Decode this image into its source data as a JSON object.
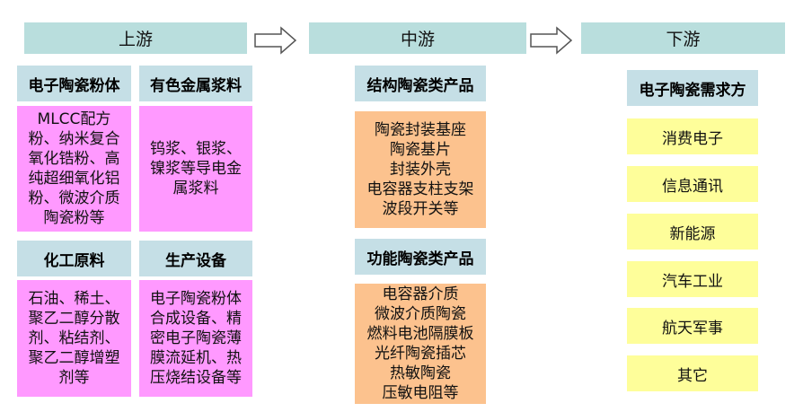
{
  "colors": {
    "stage_bg": "#b9dedd",
    "category_bg": "#c5dfe6",
    "upstream_box": "#ff99ff",
    "midstream_box": "#fcc28e",
    "downstream_box": "#fefe9a",
    "arrow_stroke": "#555555"
  },
  "stages": {
    "upstream": "上游",
    "midstream": "中游",
    "downstream": "下游"
  },
  "upstream": {
    "cat1": {
      "title": "电子陶瓷粉体",
      "lines": [
        "MLCC配方",
        "粉、纳米复合",
        "氧化锆粉、高",
        "纯超细氧化铝",
        "粉、微波介质",
        "陶瓷粉等"
      ]
    },
    "cat2": {
      "title": "有色金属浆料",
      "lines": [
        "钨浆、银浆、",
        "镍浆等导电金",
        "属浆料"
      ]
    },
    "cat3": {
      "title": "化工原料",
      "lines": [
        "石油、稀土、",
        "聚乙二醇分散",
        "剂、粘结剂、",
        "聚乙二醇增塑",
        "剂等"
      ]
    },
    "cat4": {
      "title": "生产设备",
      "lines": [
        "电子陶瓷粉体",
        "合成设备、精",
        "密电子陶瓷薄",
        "膜流延机、热",
        "压烧结设备等"
      ]
    }
  },
  "midstream": {
    "cat1": {
      "title": "结构陶瓷类产品",
      "lines": [
        "陶瓷封装基座",
        "陶瓷基片",
        "封装外壳",
        "电容器支柱支架",
        "波段开关等"
      ]
    },
    "cat2": {
      "title": "功能陶瓷类产品",
      "lines": [
        "电容器介质",
        "微波介质陶瓷",
        "燃料电池隔膜板",
        "光纤陶瓷插芯",
        "热敏陶瓷",
        "压敏电阻等"
      ]
    }
  },
  "downstream": {
    "title": "电子陶瓷需求方",
    "items": [
      "消费电子",
      "信息通讯",
      "新能源",
      "汽车工业",
      "航天军事",
      "其它"
    ]
  }
}
